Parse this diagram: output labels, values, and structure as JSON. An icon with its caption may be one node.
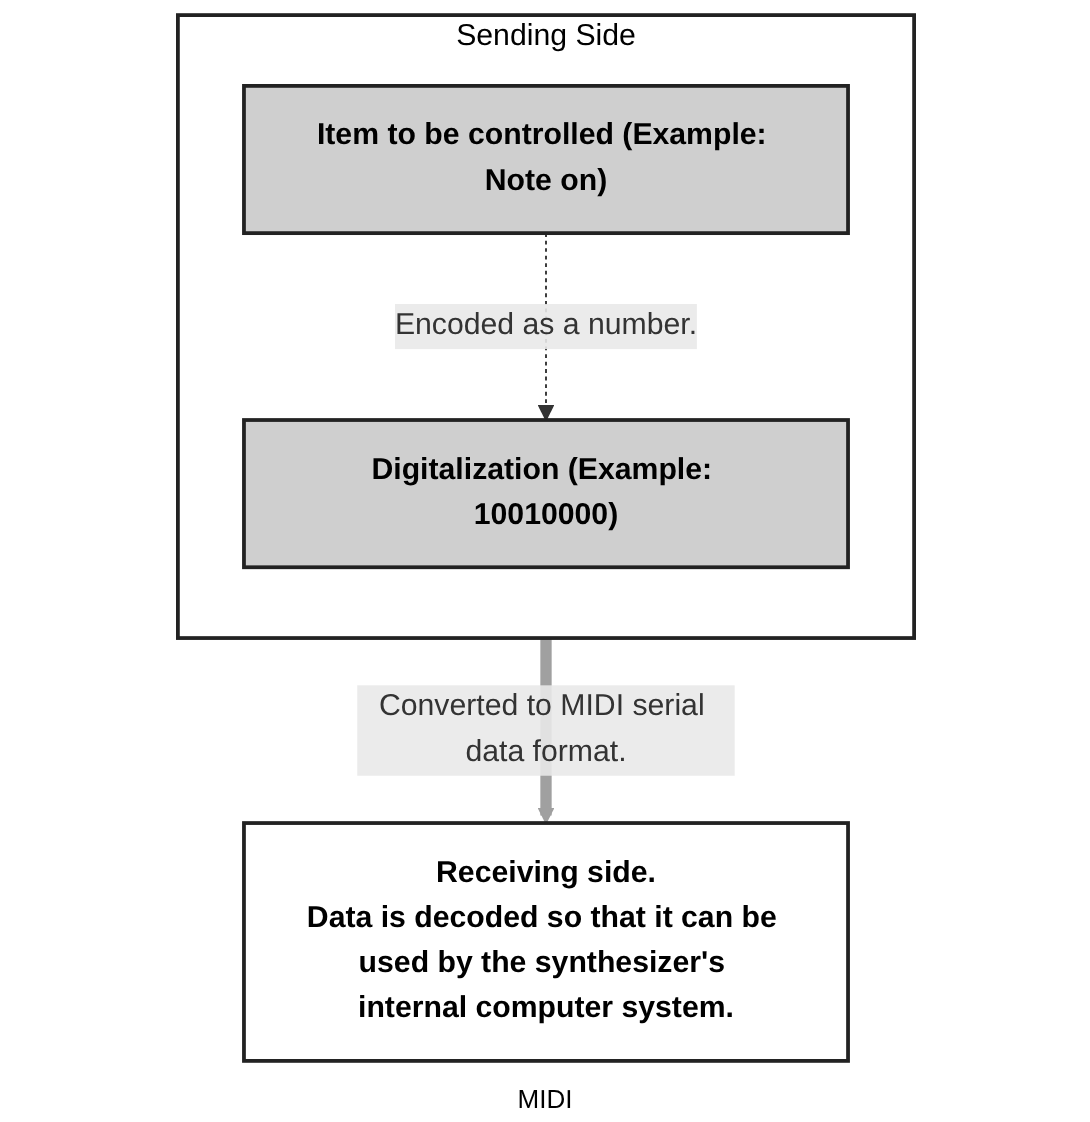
{
  "diagram": {
    "nodes": [
      {
        "text": [
          "Sending Side"
        ]
      },
      {
        "text": [
          "Item to be controlled (Example: Note on)"
        ],
        "in": 0
      },
      {
        "text": [
          "Digitalization (Example: 10010000)"
        ],
        "in": 0
      },
      {
        "text": [
          "Receiving side.",
          "Data is decoded so that it can be used by the synthesizer's internal computer system."
        ]
      }
    ],
    "edges": [
      {
        "from": 1,
        "to": 2,
        "arrow": "to",
        "label": "Encoded as a number.",
        "style": "dashed"
      },
      {
        "from": 0,
        "to": 3,
        "arrow": "to",
        "label": "Converted to MIDI serial data format.",
        "style": "thick",
        "color": "#a0a0a0"
      }
    ],
    "labels": [
      "MIDI"
    ]
  }
}
